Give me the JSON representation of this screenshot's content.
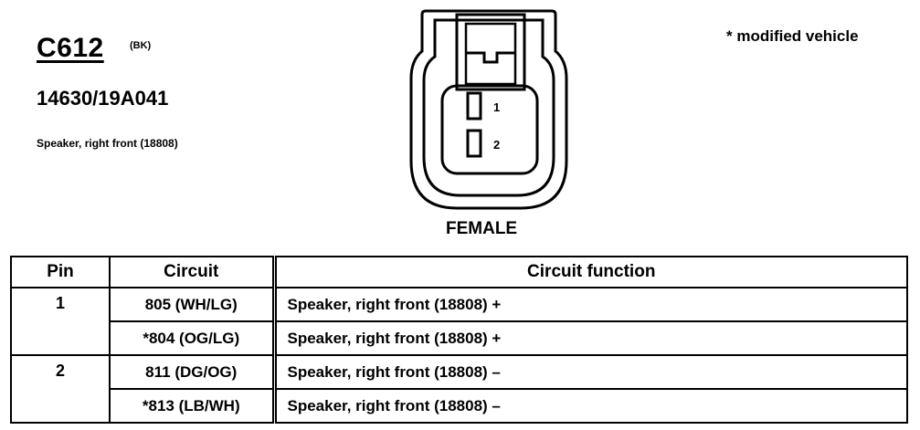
{
  "connector": {
    "id": "C612",
    "color_code": "(BK)",
    "part_number": "14630/19A041",
    "description": "Speaker, right front (18808)",
    "note": "* modified vehicle",
    "gender": "FEMALE",
    "pins": [
      "1",
      "2"
    ]
  },
  "table": {
    "headers": [
      "Pin",
      "Circuit",
      "Circuit function"
    ],
    "rows": [
      {
        "pin": "1",
        "circuit": "805 (WH/LG)",
        "function": "Speaker, right front (18808) +"
      },
      {
        "pin": "",
        "circuit": "*804 (OG/LG)",
        "function": "Speaker, right front (18808) +"
      },
      {
        "pin": "2",
        "circuit": "811 (DG/OG)",
        "function": "Speaker, right front (18808) –"
      },
      {
        "pin": "",
        "circuit": "*813 (LB/WH)",
        "function": "Speaker, right front (18808) –"
      }
    ]
  }
}
